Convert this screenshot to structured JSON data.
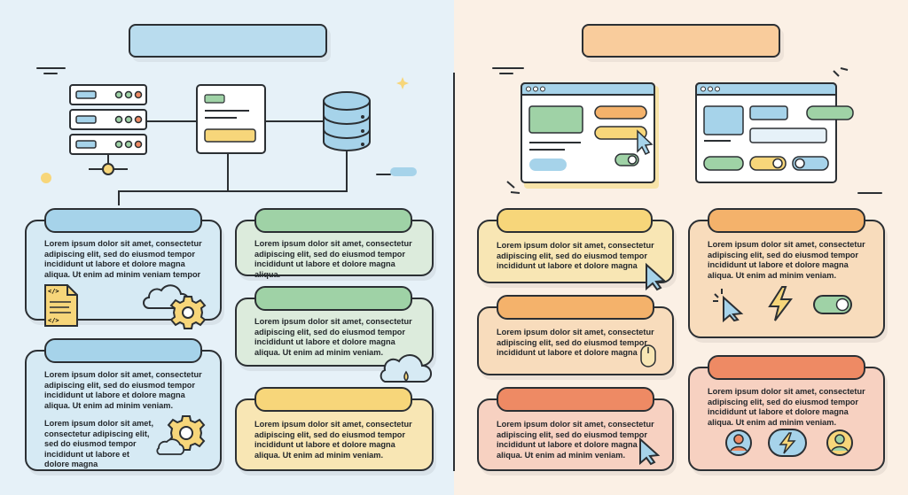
{
  "colors": {
    "outline": "#2b2f33",
    "blue": "#a6d3ea",
    "blue_soft": "#d6eaf4",
    "green": "#9fd2a6",
    "green_soft": "#dcebdc",
    "yellow": "#f7d67a",
    "yellow_soft": "#f8e6b4",
    "orange": "#f4b26b",
    "orange_soft": "#f8dcbc",
    "coral": "#ee8a64",
    "coral_soft": "#f7d1c1"
  },
  "left_cards": [
    {
      "tab_color": "#a6d3ea",
      "text": "Lorem ipsum dolor sit amet, consectetur adipiscing elit, sed do eiusmod tempor incididunt ut labore et dolore magna aliqua. Ut enim ad minim veniam tempor"
    },
    {
      "tab_color": "#9fd2a6",
      "text": "Lorem ipsum dolor sit amet, consectetur adipiscing elit, sed do eiusmod tempor incididunt ut labore et dolore magna aliqua."
    },
    {
      "tab_color": "#9fd2a6",
      "text": "Lorem ipsum dolor sit amet, consectetur adipiscing elit, sed do eiusmod tempor incididunt ut labore et dolore magna aliqua. Ut enim ad minim veniam."
    },
    {
      "tab_color": "#a6d3ea",
      "text": "Lorem ipsum dolor sit amet, consectetur adipiscing elit, sed do eiusmod tempor incididunt ut labore et dolore magna aliqua. Ut enim ad minim veniam.",
      "text2": "Lorem ipsum dolor sit amet, consectetur adipiscing elit, sed do eiusmod tempor incididunt ut labore et dolore magna"
    },
    {
      "tab_color": "#f7d67a",
      "text": "Lorem ipsum dolor sit amet, consectetur adipiscing elit, sed do eiusmod tempor incididunt ut labore et dolore magna aliqua. Ut enim ad minim veniam."
    }
  ],
  "right_cards": [
    {
      "tab_color": "#f7d67a",
      "text": "Lorem ipsum dolor sit amet, consectetur adipiscing elit, sed do eiusmod tempor incididunt ut labore et dolore magna"
    },
    {
      "tab_color": "#f4b26b",
      "text": "Lorem ipsum dolor sit amet, consectetur adipiscing elit, sed do eiusmod tempor incididunt ut labore et dolore magna aliqua. Ut enim ad minim veniam."
    },
    {
      "tab_color": "#f4b26b",
      "text": "Lorem ipsum dolor sit amet, consectetur adipiscing elit, sed do eiusmod tempor incididunt ut labore et dolore magna"
    },
    {
      "tab_color": "#ee8a64",
      "text": "Lorem ipsum dolor sit amet, consectetur adipiscing elit, sed do eiusmod tempor incididunt ut labore et dolore magna aliqua. Ut enim ad minim veniam."
    },
    {
      "tab_color": "#ee8a64",
      "text": "Lorem ipsum dolor sit amet, consectetur adipiscing elit, sed do eiusmod tempor incididunt ut labore et dolore magna aliqua. Ut enim ad minim veniam."
    }
  ],
  "icons": {
    "server": "server-rack-icon",
    "window": "app-window-icon",
    "database": "database-icon",
    "document": "code-document-icon",
    "cloud": "cloud-icon",
    "gear": "gear-icon",
    "cursor": "mouse-cursor-icon",
    "mouse": "computer-mouse-icon",
    "bolt": "lightning-bolt-icon",
    "toggle": "toggle-switch-icon",
    "user": "user-avatar-icon"
  },
  "code_glyph": "</>"
}
